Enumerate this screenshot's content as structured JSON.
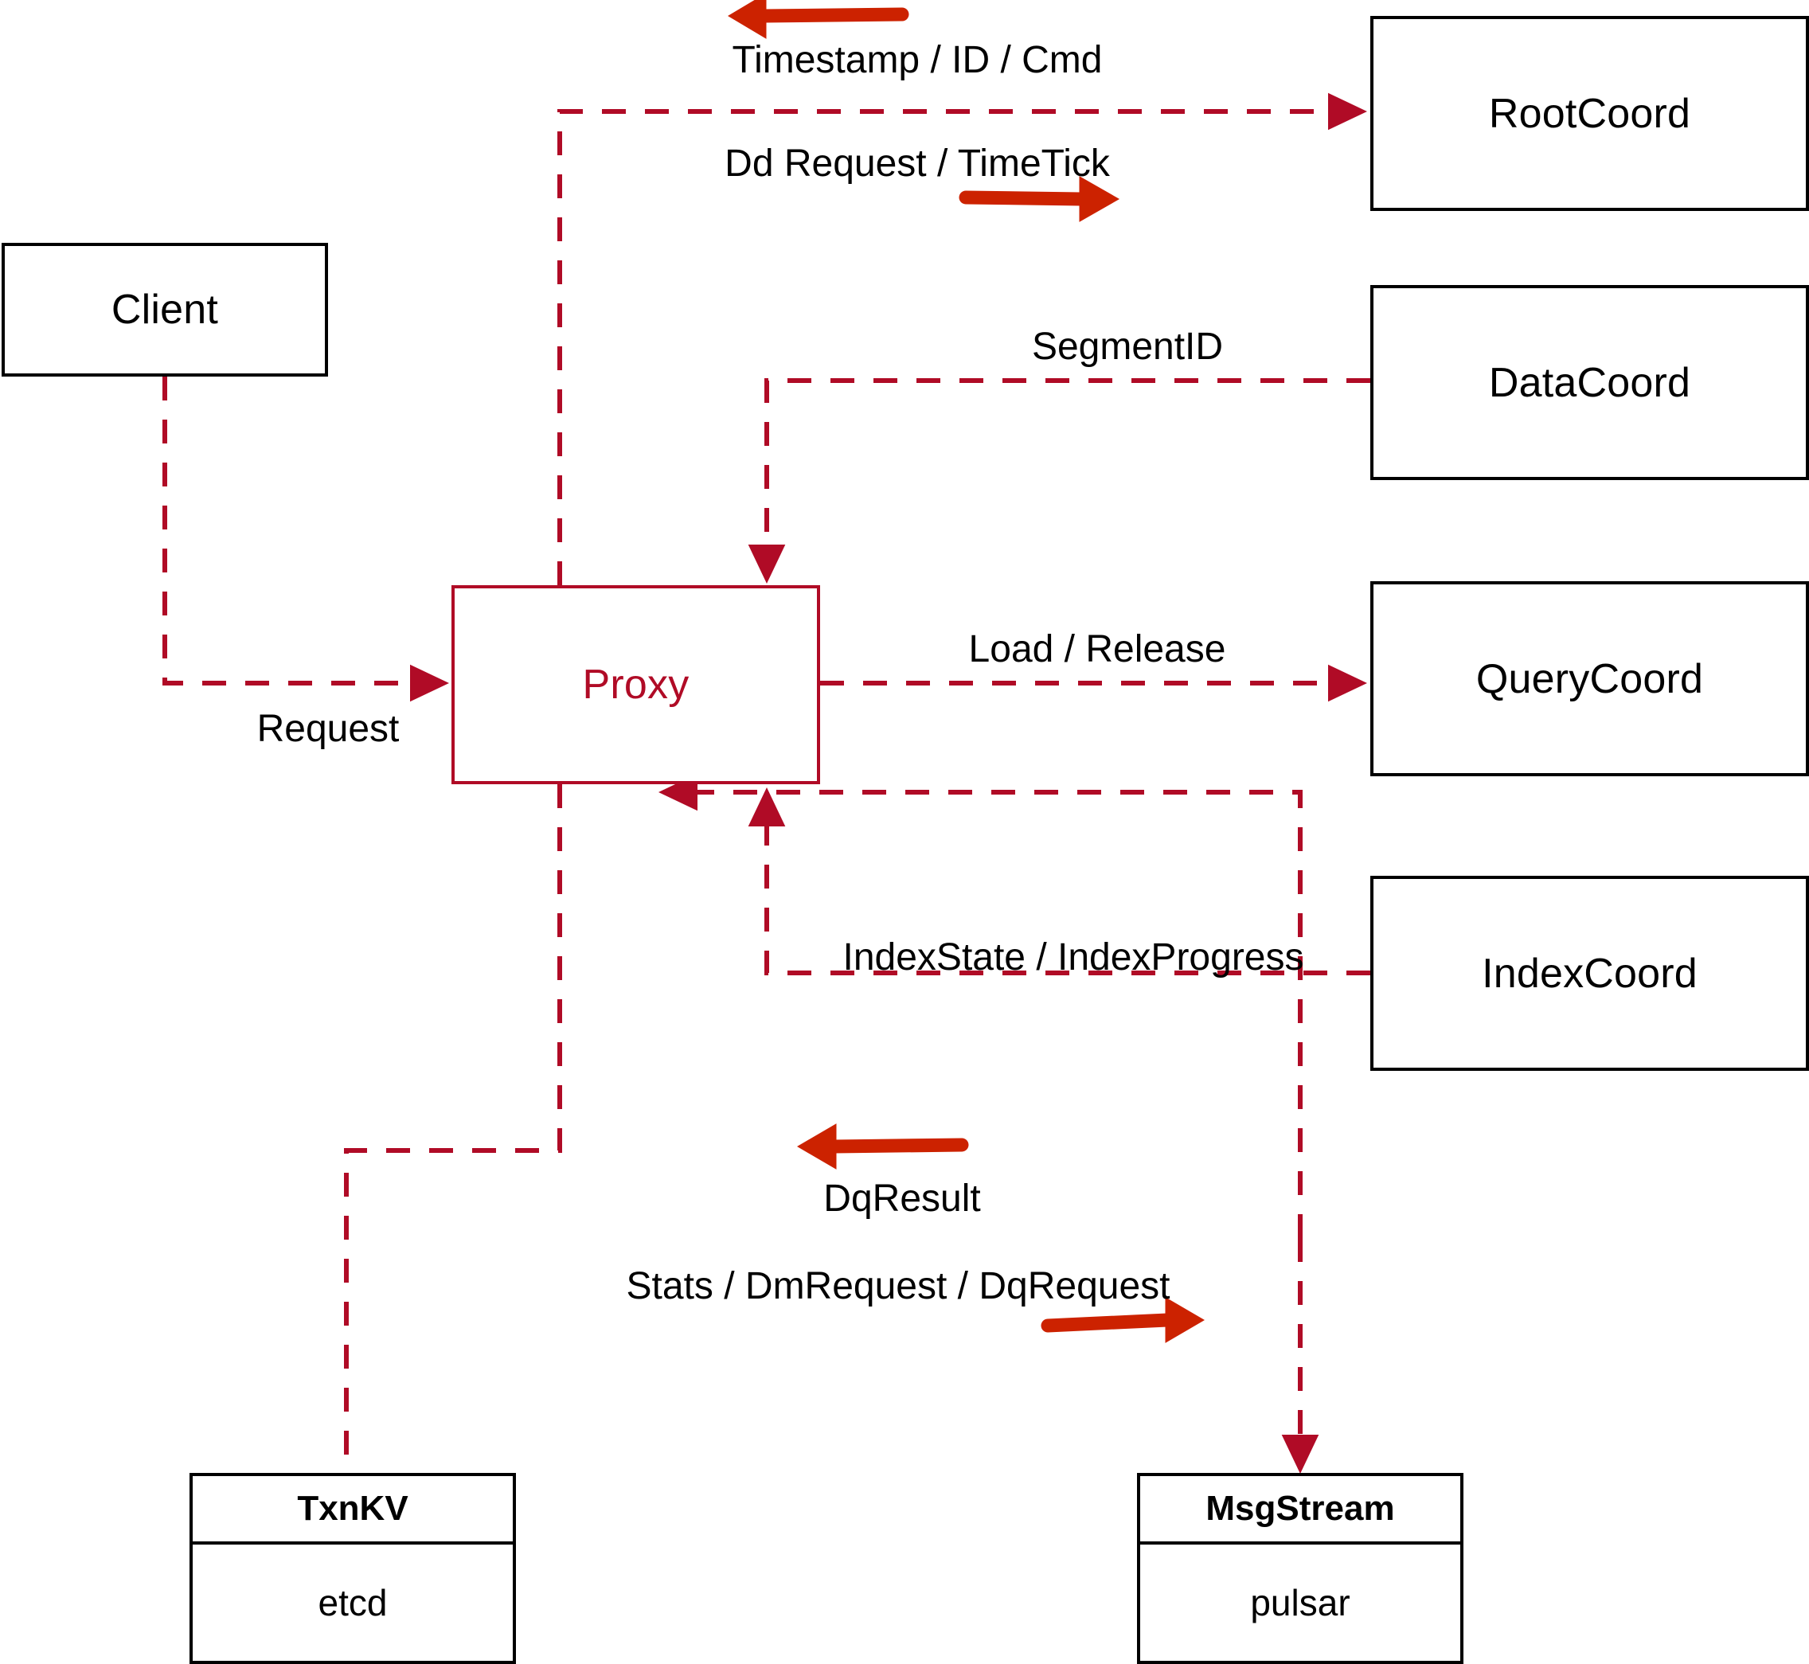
{
  "diagram": {
    "title": "Milvus Proxy component interaction diagram",
    "colors": {
      "connector": "#B00B26",
      "direction_arrow": "#CC2200",
      "node_border": "#000000",
      "proxy_border": "#B00B26",
      "proxy_text": "#B00B26",
      "background": "#FFFFFF"
    }
  },
  "nodes": {
    "client": {
      "label": "Client"
    },
    "proxy": {
      "label": "Proxy"
    },
    "root_coord": {
      "label": "RootCoord"
    },
    "data_coord": {
      "label": "DataCoord"
    },
    "query_coord": {
      "label": "QueryCoord"
    },
    "index_coord": {
      "label": "IndexCoord"
    },
    "txn_kv": {
      "header": "TxnKV",
      "body": "etcd"
    },
    "msg_stream": {
      "header": "MsgStream",
      "body": "pulsar"
    }
  },
  "edge_labels": {
    "timestamp_id_cmd": "Timestamp / ID / Cmd",
    "dd_request_timetick": "Dd Request / TimeTick",
    "segment_id": "SegmentID",
    "request": "Request",
    "load_release": "Load / Release",
    "index_state_progress": "IndexState / IndexProgress",
    "dq_result": "DqResult",
    "stats_dm_dq_request": "Stats / DmRequest / DqRequest"
  }
}
